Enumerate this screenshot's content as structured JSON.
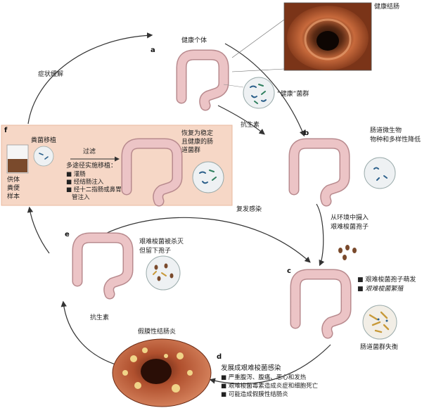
{
  "labels": {
    "healthy_colon_photo": "健康结肠",
    "a_letter": "a",
    "a_title": "健康个体",
    "healthy_flora": "“健康”菌群",
    "symptom_relief": "症状缓解",
    "antibiotic_top": "抗生素",
    "b_letter": "b",
    "b_text_1": "肠道微生物",
    "b_text_2": "物种和多样性降低",
    "ingest_1": "从环境中摄入",
    "ingest_2": "艰难梭菌孢子",
    "recurrence": "复发感染",
    "c_letter": "c",
    "c_item_1": "艰难梭菌孢子萌发",
    "c_item_2": "艰难梭菌繁殖",
    "dysbiosis": "肠道菌群失衡",
    "d_letter": "d",
    "d_title": "发展成艰难梭菌感染",
    "d_items": [
      "严重腹泻、腹痛、恶心和发热",
      "艰难梭菌毒素造成炎症和细胞死亡",
      "可能造成假膜性结肠炎"
    ],
    "pmc": "假膜性结肠炎",
    "antibiotic_left": "抗生素",
    "e_letter": "e",
    "e_text_1": "艰难梭菌被杀灭",
    "e_text_2": "但留下孢子",
    "f_letter": "f",
    "fmt": "粪菌移植",
    "filter": "过滤",
    "routes_title": "多途径实施移植：",
    "routes": [
      "灌肠",
      "经结肠注入",
      "经十二指肠或鼻胃",
      "管注入"
    ],
    "donor": [
      "供体",
      "粪便",
      "样本"
    ],
    "restore": [
      "恢复为稳定",
      "且健康的肠",
      "道菌群"
    ]
  },
  "colors": {
    "colon_fill": "#ecc4c6",
    "colon_stroke": "#b88a8e",
    "panel_bg": "#f6d7c6",
    "arrow": "#333333",
    "bacteria_blue": "#2b5f8a",
    "bacteria_green": "#2f7f5e",
    "spore_brown": "#7a4a2c"
  }
}
